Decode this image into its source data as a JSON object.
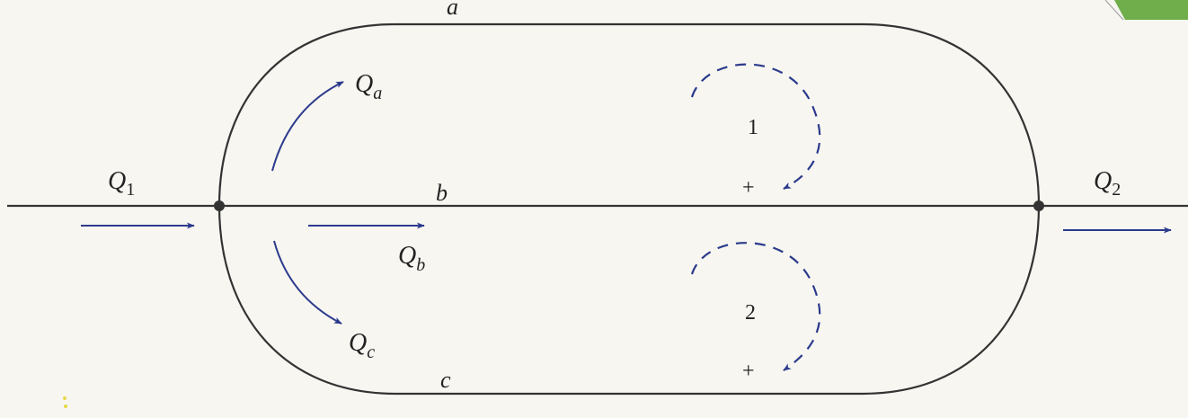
{
  "colors": {
    "background": "#f7f6f1",
    "pipe": "#333333",
    "arrow": "#2b3a8c",
    "text": "#222222",
    "corner_accent": "#6fae4a"
  },
  "labels": {
    "pipe_a": "a",
    "pipe_b": "b",
    "pipe_c": "c",
    "q1": "Q",
    "q1_sub": "1",
    "q2": "Q",
    "q2_sub": "2",
    "qa": "Q",
    "qa_sub": "a",
    "qb": "Q",
    "qb_sub": "b",
    "qc": "Q",
    "qc_sub": "c",
    "loop1": "1",
    "loop2": "2",
    "plus1": "+",
    "plus2": "+"
  }
}
